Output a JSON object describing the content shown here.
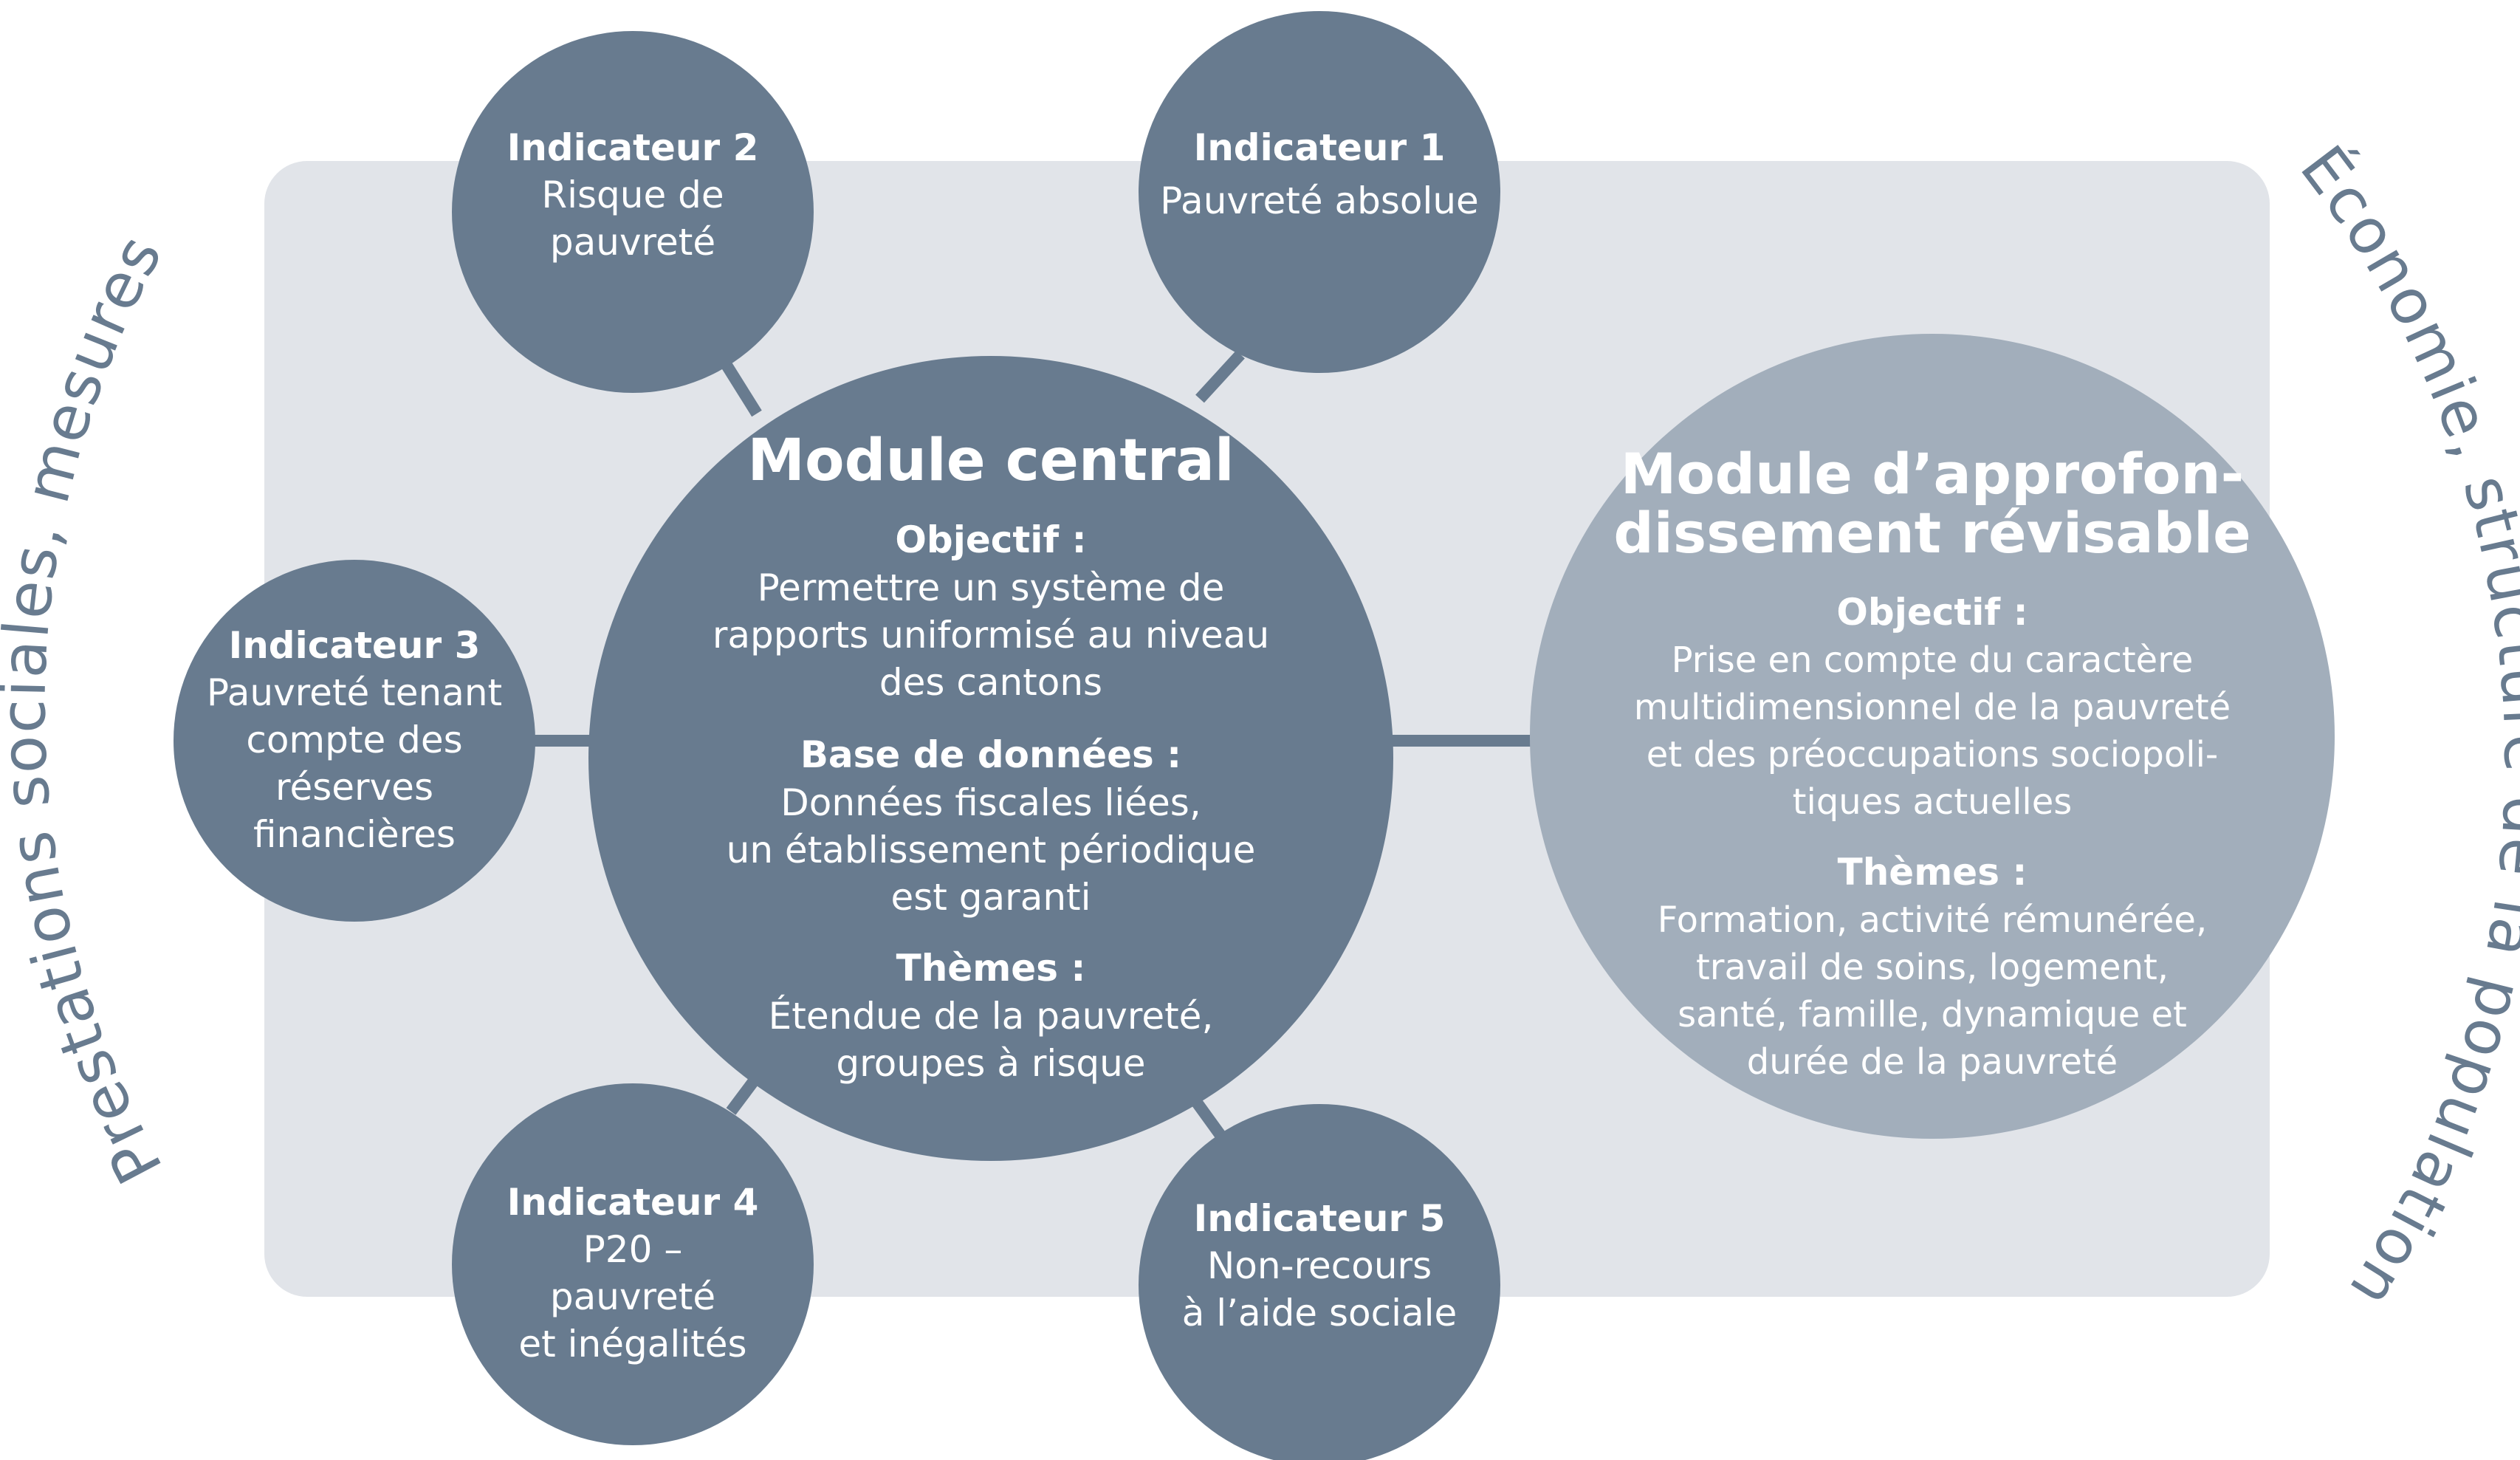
{
  "colors": {
    "panel": "#e1e4e9",
    "node_dark": "#687b8f",
    "node_light": "#a2aebb",
    "connector": "#687b8f",
    "text_on_node": "#ffffff",
    "side_text": "#687b8f"
  },
  "side_labels": {
    "left": "Prestations sociales, mesures",
    "right": "Économie, structure de la population"
  },
  "central_module": {
    "title": "Module central",
    "sections": [
      {
        "heading": "Objectif :",
        "lines": [
          "Permettre un système de",
          "rapports uniformisé au niveau",
          "des cantons"
        ]
      },
      {
        "heading": "Base de données :",
        "lines": [
          "Données fiscales liées,",
          "un établissement périodique",
          "est garanti"
        ]
      },
      {
        "heading": "Thèmes :",
        "lines": [
          "Étendue de la pauvreté,",
          "groupes à risque"
        ]
      }
    ]
  },
  "revisable_module": {
    "title_lines": [
      "Module d’approfon-",
      "dissement révisable"
    ],
    "sections": [
      {
        "heading": "Objectif :",
        "lines": [
          "Prise en compte du caractère",
          "multidimensionnel de la pauvreté",
          "et des préoccupations sociopoli-",
          "tiques actuelles"
        ]
      },
      {
        "heading": "Thèmes :",
        "lines": [
          "Formation, activité rémunérée,",
          "travail de soins, logement,",
          "santé, famille, dynamique et",
          "durée de la pauvreté"
        ]
      }
    ]
  },
  "indicators": [
    {
      "title": "Indicateur 1",
      "lines": [
        "Pauvreté absolue"
      ]
    },
    {
      "title": "Indicateur 2",
      "lines": [
        "Risque de",
        "pauvreté"
      ]
    },
    {
      "title": "Indicateur 3",
      "lines": [
        "Pauvreté tenant",
        "compte des",
        "réserves",
        "financières"
      ]
    },
    {
      "title": "Indicateur 4",
      "lines": [
        "P20 –",
        "pauvreté",
        "et inégalités"
      ]
    },
    {
      "title": "Indicateur 5",
      "lines": [
        "Non-recours",
        "à l’aide sociale"
      ]
    }
  ]
}
